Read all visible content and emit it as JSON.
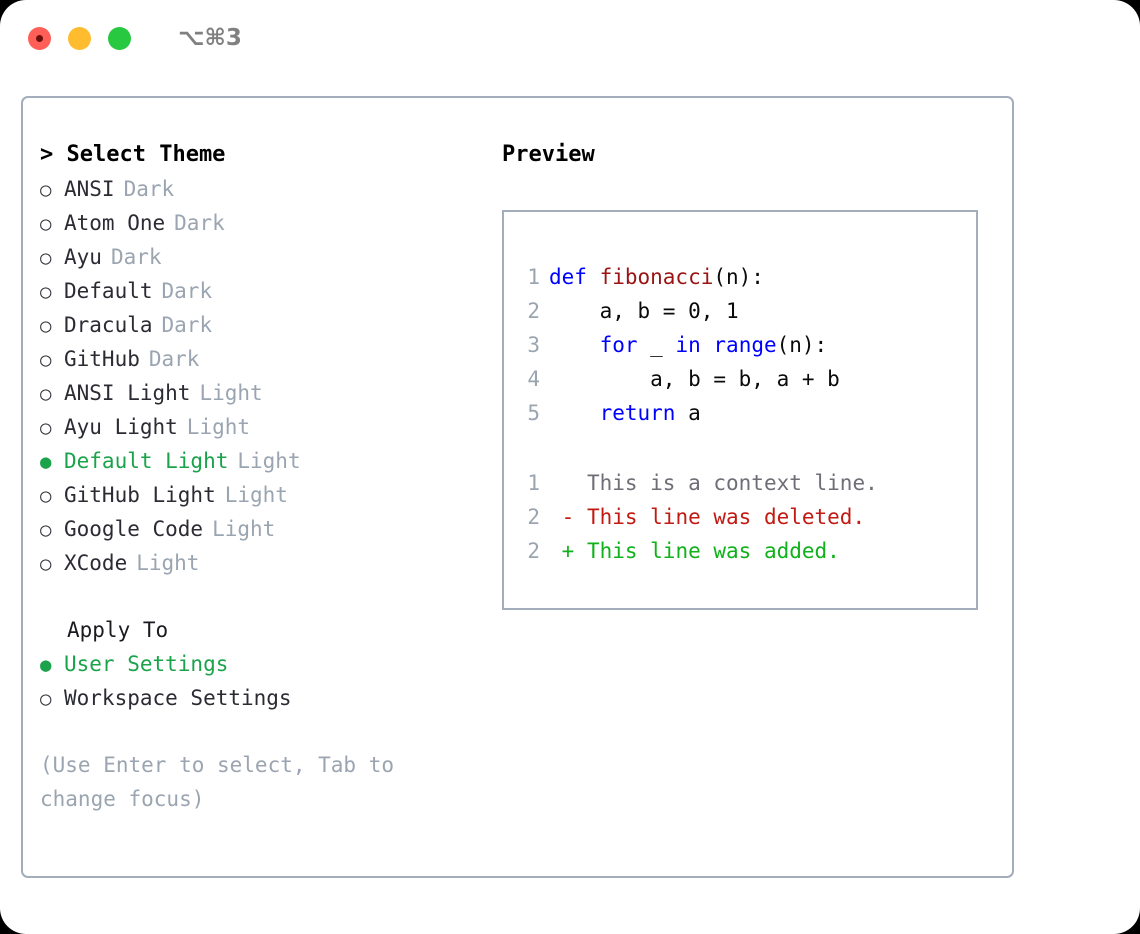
{
  "titlebar": {
    "shortcut": "⌥⌘3",
    "buttons": {
      "close": "close",
      "minimize": "minimize",
      "zoom": "zoom"
    }
  },
  "theme_picker": {
    "heading": "> Select Theme",
    "selected_theme": "Default Light",
    "bullet_off": "○",
    "bullet_on": "●",
    "items": [
      {
        "name": "ANSI",
        "tag": "Dark",
        "selected": false
      },
      {
        "name": "Atom One",
        "tag": "Dark",
        "selected": false
      },
      {
        "name": "Ayu",
        "tag": "Dark",
        "selected": false
      },
      {
        "name": "Default",
        "tag": "Dark",
        "selected": false
      },
      {
        "name": "Dracula",
        "tag": "Dark",
        "selected": false
      },
      {
        "name": "GitHub",
        "tag": "Dark",
        "selected": false
      },
      {
        "name": "ANSI Light",
        "tag": "Light",
        "selected": false
      },
      {
        "name": "Ayu Light",
        "tag": "Light",
        "selected": false
      },
      {
        "name": "Default Light",
        "tag": "Light",
        "selected": true
      },
      {
        "name": "GitHub Light",
        "tag": "Light",
        "selected": false
      },
      {
        "name": "Google Code",
        "tag": "Light",
        "selected": false
      },
      {
        "name": "XCode",
        "tag": "Light",
        "selected": false
      }
    ]
  },
  "apply_to": {
    "heading": "Apply To",
    "selected_scope": "User Settings",
    "items": [
      {
        "name": "User Settings",
        "selected": true
      },
      {
        "name": "Workspace Settings",
        "selected": false
      }
    ]
  },
  "hint": "(Use Enter to select, Tab to change focus)",
  "preview": {
    "heading": "Preview",
    "code_lines": [
      {
        "number": "1",
        "tokens": [
          {
            "text": "def ",
            "style": "kw"
          },
          {
            "text": "fibonacci",
            "style": "fn"
          },
          {
            "text": "(n):",
            "style": "plain"
          }
        ]
      },
      {
        "number": "2",
        "tokens": [
          {
            "text": "    a, b = 0, 1",
            "style": "plain"
          }
        ]
      },
      {
        "number": "3",
        "tokens": [
          {
            "text": "    ",
            "style": "plain"
          },
          {
            "text": "for",
            "style": "kw"
          },
          {
            "text": " _ ",
            "style": "plain"
          },
          {
            "text": "in",
            "style": "kw"
          },
          {
            "text": " ",
            "style": "plain"
          },
          {
            "text": "range",
            "style": "kw"
          },
          {
            "text": "(n):",
            "style": "plain"
          }
        ]
      },
      {
        "number": "4",
        "tokens": [
          {
            "text": "        a, b = b, a + b",
            "style": "plain"
          }
        ]
      },
      {
        "number": "5",
        "tokens": [
          {
            "text": "    ",
            "style": "plain"
          },
          {
            "text": "return",
            "style": "kw"
          },
          {
            "text": " a",
            "style": "plain"
          }
        ]
      }
    ],
    "diff_lines": [
      {
        "number": "1",
        "marker": " ",
        "text": "This is a context line.",
        "kind": "ctx"
      },
      {
        "number": "2",
        "marker": "-",
        "text": "This line was deleted.",
        "kind": "del"
      },
      {
        "number": "2",
        "marker": "+",
        "text": "This line was added.",
        "kind": "add"
      }
    ]
  },
  "colors": {
    "accent_green": "#1aa34a",
    "muted_gray": "#9aa5b1",
    "border": "#a3adbb",
    "keyword_blue": "#0000ff",
    "function_red": "#9b1313",
    "diff_add": "#0fb21a",
    "diff_del": "#c21a12",
    "traffic_red": "#ff5f57",
    "traffic_amber": "#febc2e",
    "traffic_green": "#28c840"
  }
}
